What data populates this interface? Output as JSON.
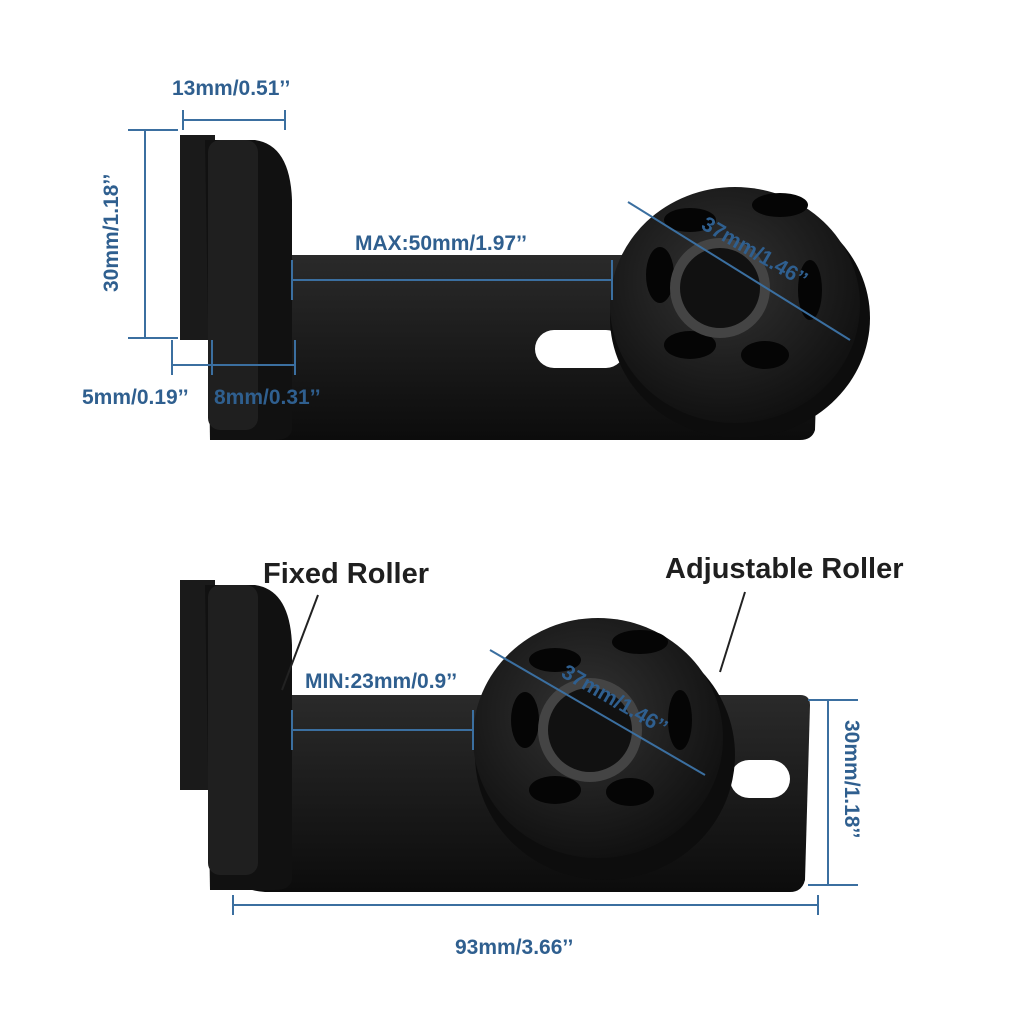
{
  "top_view": {
    "dim_width": "13mm/0.51’’",
    "dim_height": "30mm/1.18’’",
    "dim_max_gap": "MAX:50mm/1.97’’",
    "dim_roller_diameter": "37mm/1.46’’",
    "dim_small_a": "5mm/0.19’’",
    "dim_small_b": "8mm/0.31’’"
  },
  "bottom_view": {
    "label_fixed": "Fixed Roller",
    "label_adjustable": "Adjustable Roller",
    "dim_min_gap": "MIN:23mm/0.9’’",
    "dim_roller_diameter": "37mm/1.46’’",
    "dim_height": "30mm/1.18’’",
    "dim_length": "93mm/3.66’’"
  },
  "colors": {
    "dimension_text": "#2f5f8f",
    "part_black": "#141414",
    "background": "#ffffff"
  }
}
